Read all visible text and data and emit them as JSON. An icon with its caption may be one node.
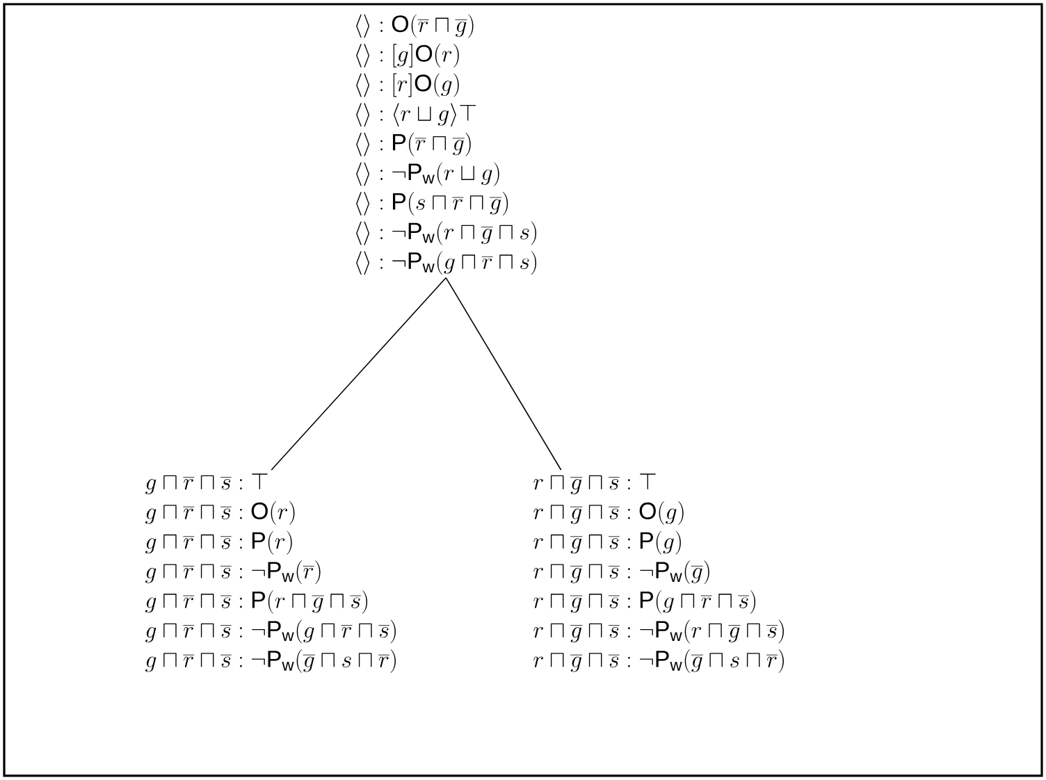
{
  "diagram": {
    "nodes": [
      {
        "text": [
          "\\langle\\rangle : \\mathsf{O}(\\overline{r} \\sqcap \\overline{g})",
          "\\langle\\rangle : [g]\\mathsf{O}(r)",
          "\\langle\\rangle : [r]\\mathsf{O}(g)",
          "\\langle\\rangle : \\langle r \\sqcup g\\rangle\\top",
          "\\langle\\rangle : \\mathsf{P}(\\overline{r} \\sqcap \\overline{g})",
          "\\langle\\rangle : \\neg\\mathsf{P}_{\\mathsf{w}}(r \\sqcup g)",
          "\\langle\\rangle : \\mathsf{P}(s \\sqcap \\overline{r} \\sqcap \\overline{g})",
          "\\langle\\rangle : \\neg\\mathsf{P}_{\\mathsf{w}}(r \\sqcap \\overline{g} \\sqcap s)",
          "\\langle\\rangle : \\neg\\mathsf{P}_{\\mathsf{w}}(g \\sqcap \\overline{r} \\sqcap s)"
        ]
      },
      {
        "text": [
          "g \\sqcap \\overline{r} \\sqcap \\overline{s} : \\top",
          "g \\sqcap \\overline{r} \\sqcap \\overline{s} : \\mathsf{O}(r)",
          "g \\sqcap \\overline{r} \\sqcap \\overline{s} : \\mathsf{P}(r)",
          "g \\sqcap \\overline{r} \\sqcap \\overline{s} : \\neg\\mathsf{P}_{\\mathsf{w}}(\\overline{r})",
          "g \\sqcap \\overline{r} \\sqcap \\overline{s} : \\mathsf{P}(r \\sqcap \\overline{g} \\sqcap \\overline{s})",
          "g \\sqcap \\overline{r} \\sqcap \\overline{s} : \\neg\\mathsf{P}_{\\mathsf{w}}(g \\sqcap \\overline{r} \\sqcap \\overline{s})",
          "g \\sqcap \\overline{r} \\sqcap \\overline{s} : \\neg\\mathsf{P}_{\\mathsf{w}}(\\overline{g} \\sqcap s \\sqcap \\overline{r})"
        ]
      },
      {
        "text": [
          "r \\sqcap \\overline{g} \\sqcap \\overline{s} : \\top",
          "r \\sqcap \\overline{g} \\sqcap \\overline{s} : \\mathsf{O}(g)",
          "r \\sqcap \\overline{g} \\sqcap \\overline{s} : \\mathsf{P}(g)",
          "r \\sqcap \\overline{g} \\sqcap \\overline{s} : \\neg\\mathsf{P}_{\\mathsf{w}}(\\overline{g})",
          "r \\sqcap \\overline{g} \\sqcap \\overline{s} : \\mathsf{P}(g \\sqcap \\overline{r} \\sqcap \\overline{s})",
          "r \\sqcap \\overline{g} \\sqcap \\overline{s} : \\neg\\mathsf{P}_{\\mathsf{w}}(r \\sqcap \\overline{g} \\sqcap \\overline{s})",
          "r \\sqcap \\overline{g} \\sqcap \\overline{s} : \\neg\\mathsf{P}_{\\mathsf{w}}(\\overline{g} \\sqcap s \\sqcap \\overline{r})"
        ]
      }
    ],
    "edges": [
      {
        "from": 0,
        "to": 1,
        "arrow": "none"
      },
      {
        "from": 0,
        "to": 2,
        "arrow": "none"
      }
    ]
  }
}
